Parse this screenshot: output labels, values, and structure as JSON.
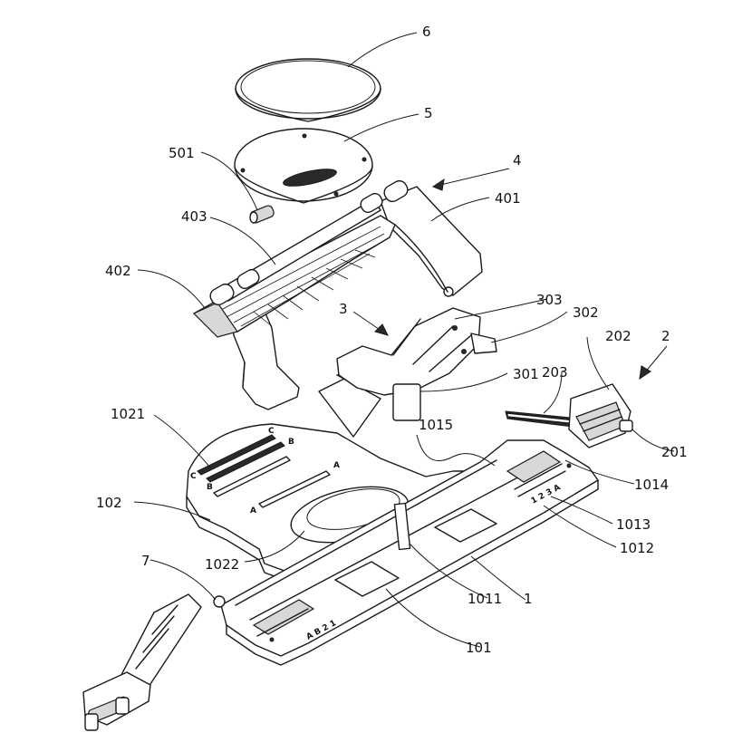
{
  "labels": [
    {
      "id": "6",
      "text": "6"
    },
    {
      "id": "5",
      "text": "5"
    },
    {
      "id": "501",
      "text": "501"
    },
    {
      "id": "4",
      "text": "4"
    },
    {
      "id": "403",
      "text": "403"
    },
    {
      "id": "401",
      "text": "401"
    },
    {
      "id": "402",
      "text": "402"
    },
    {
      "id": "3",
      "text": "3"
    },
    {
      "id": "303",
      "text": "303"
    },
    {
      "id": "302",
      "text": "302"
    },
    {
      "id": "301",
      "text": "301"
    },
    {
      "id": "2",
      "text": "2"
    },
    {
      "id": "202",
      "text": "202"
    },
    {
      "id": "203",
      "text": "203"
    },
    {
      "id": "201",
      "text": "201"
    },
    {
      "id": "1021",
      "text": "1021"
    },
    {
      "id": "1015",
      "text": "1015"
    },
    {
      "id": "1014",
      "text": "1014"
    },
    {
      "id": "102",
      "text": "102"
    },
    {
      "id": "1013",
      "text": "1013"
    },
    {
      "id": "1012",
      "text": "1012"
    },
    {
      "id": "7",
      "text": "7"
    },
    {
      "id": "1022",
      "text": "1022"
    },
    {
      "id": "1011",
      "text": "1011"
    },
    {
      "id": "1",
      "text": "1"
    },
    {
      "id": "101",
      "text": "101"
    }
  ],
  "part_markings": {
    "plate_c_top": "C",
    "plate_b_top": "B",
    "plate_c_left": "C",
    "plate_b_left": "B",
    "plate_a_right": "A",
    "plate_a_bottom": "A",
    "rail_right_scale": "1 2 3 A",
    "rail_left_scale": "A B 2 1"
  }
}
